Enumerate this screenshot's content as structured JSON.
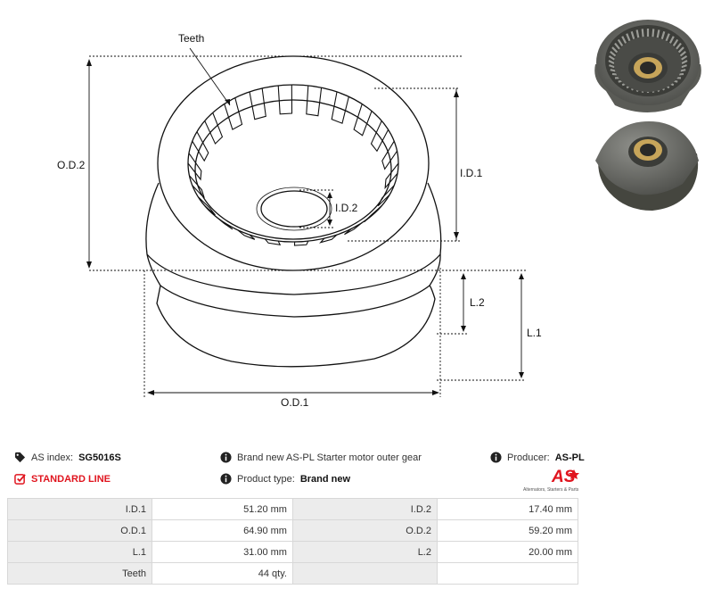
{
  "drawing": {
    "labels": {
      "teeth": "Teeth",
      "od2": "O.D.2",
      "id1": "I.D.1",
      "id2": "I.D.2",
      "l2": "L.2",
      "l1": "L.1",
      "od1": "O.D.1"
    }
  },
  "info": {
    "as_index_label": "AS index:",
    "as_index_value": "SG5016S",
    "standard_line": "STANDARD LINE",
    "description": "Brand new AS-PL Starter motor outer gear",
    "product_type_label": "Product type:",
    "product_type_value": "Brand new",
    "producer_label": "Producer:",
    "producer_value": "AS-PL",
    "logo_text": "AS",
    "logo_tagline": "Alternators, Starters & Parts"
  },
  "specs": {
    "rows": [
      {
        "l1": "I.D.1",
        "v1": "51.20 mm",
        "l2": "I.D.2",
        "v2": "17.40 mm"
      },
      {
        "l1": "O.D.1",
        "v1": "64.90 mm",
        "l2": "O.D.2",
        "v2": "59.20 mm"
      },
      {
        "l1": "L.1",
        "v1": "31.00 mm",
        "l2": "L.2",
        "v2": "20.00 mm"
      },
      {
        "l1": "Teeth",
        "v1": "44  qty.",
        "l2": "",
        "v2": ""
      }
    ]
  },
  "colors": {
    "accent": "#e0141e",
    "metal": "#5e5f5a"
  },
  "icons": [
    "tag-icon",
    "check-square-icon",
    "info-icon"
  ]
}
